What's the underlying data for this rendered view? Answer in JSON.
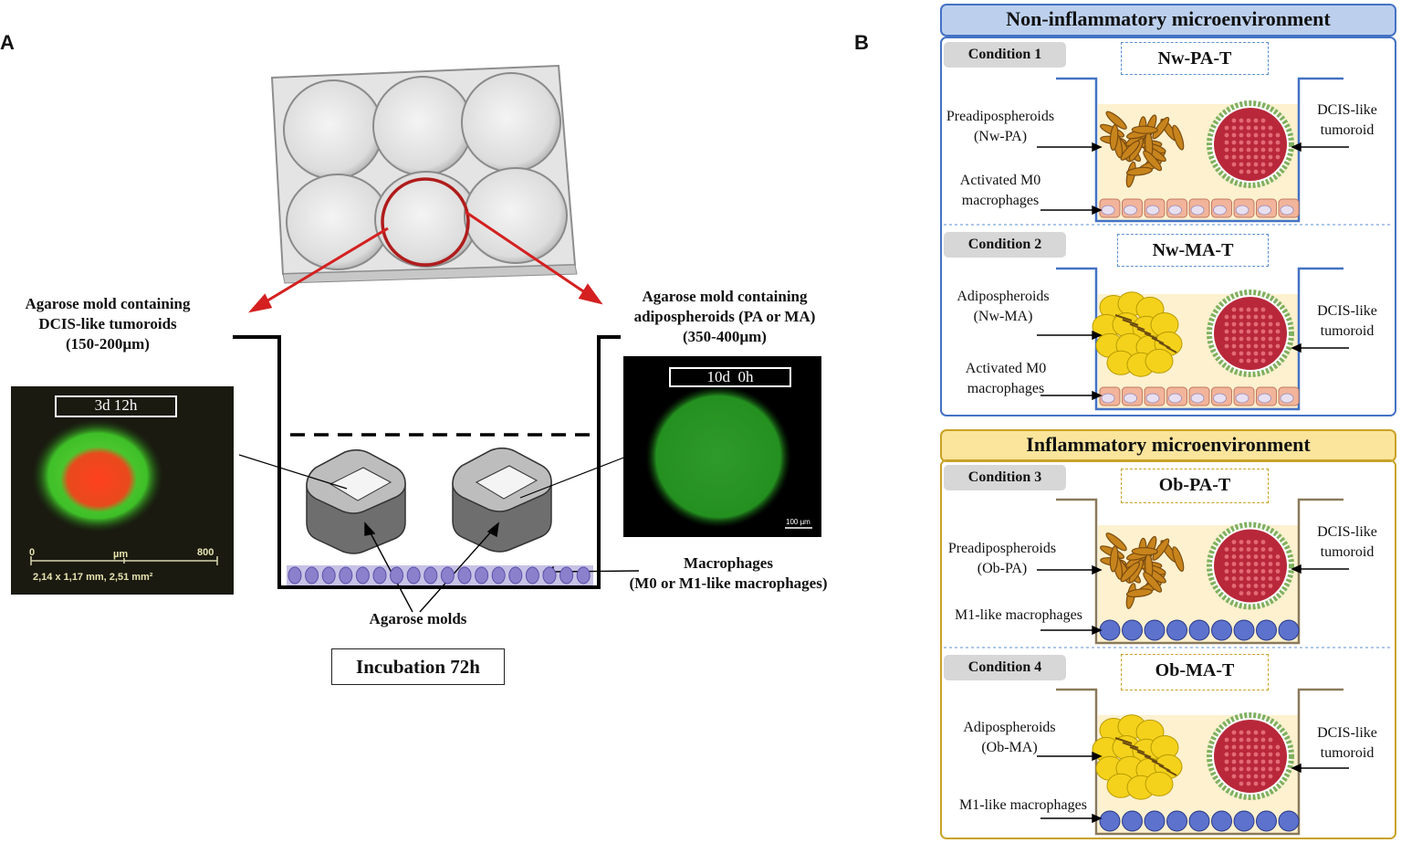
{
  "panel_a": {
    "letter": "A",
    "left_label": [
      "Agarose mold containing",
      "DCIS-like tumoroids",
      "(150-200µm)"
    ],
    "right_label": [
      "Agarose mold containing",
      "adipospheroids (PA or MA)",
      "(350-400µm)"
    ],
    "left_timestamp": "3d 12h",
    "right_timestamp": "10d  0h",
    "scale_ticks": {
      "start": "0",
      "unit": "µm",
      "end": "800"
    },
    "scale_info": "2,14 x 1,17 mm, 2,51 mm²",
    "scale_bar_label": "100 µm",
    "macrophages_label": [
      "Macrophages",
      "(M0 or M1-like macrophages)"
    ],
    "molds_label": "Agarose molds",
    "incubation": "Incubation 72h"
  },
  "panel_b": {
    "letter": "B",
    "groups": [
      {
        "title": "Non-inflammatory microenvironment",
        "title_bg": "#bcd0ee",
        "border_color": "#4472c4",
        "conditions": [
          {
            "condition_label": "Condition 1",
            "code": "Nw-PA-T",
            "left_label_1": [
              "Preadipospheroids",
              "(Nw-PA)"
            ],
            "left_label_2": [
              "Activated M0",
              "macrophages"
            ],
            "right_label": [
              "DCIS-like",
              "tumoroid"
            ]
          },
          {
            "condition_label": "Condition 2",
            "code": "Nw-MA-T",
            "left_label_1": [
              "Adipospheroids",
              "(Nw-MA)"
            ],
            "left_label_2": [
              "Activated M0",
              "macrophages"
            ],
            "right_label": [
              "DCIS-like",
              "tumoroid"
            ]
          }
        ]
      },
      {
        "title": "Inflammatory microenvironment",
        "title_bg": "#fbe59c",
        "border_color": "#c9a227",
        "conditions": [
          {
            "condition_label": "Condition 3",
            "code": "Ob-PA-T",
            "left_label_1": [
              "Preadipospheroids",
              "(Ob-PA)"
            ],
            "left_label_2": [
              "M1-like macrophages"
            ],
            "right_label": [
              "DCIS-like",
              "tumoroid"
            ]
          },
          {
            "condition_label": "Condition 4",
            "code": "Ob-MA-T",
            "left_label_1": [
              "Adipospheroids",
              "(Ob-MA)"
            ],
            "left_label_2": [
              "M1-like macrophages"
            ],
            "right_label": [
              "DCIS-like",
              "tumoroid"
            ]
          }
        ]
      }
    ]
  },
  "colors": {
    "accent_red": "#d42020",
    "blue_border": "#4472c4",
    "gold_border": "#c9a227",
    "chamber_brown": "#8a7a5a",
    "tumor_red": "#b8283a",
    "tumor_rim": "#7fb060",
    "adipo_yellow": "#f4d21c",
    "preadipo_brown": "#7a4c10",
    "m0_pink": "#f2b49a",
    "m1_blue": "#5c72cc",
    "culture_tint": "#fdf1cf"
  }
}
